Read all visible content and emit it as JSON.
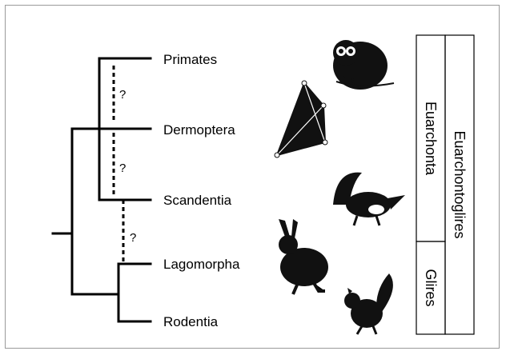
{
  "taxa": [
    "Primates",
    "Dermoptera",
    "Scandentia",
    "Lagomorpha",
    "Rodentia"
  ],
  "uncertain_marks": [
    "?",
    "?",
    "?"
  ],
  "clades": {
    "euarchonta": "Euarchonta",
    "glires": "Glires",
    "euarchontoglires": "Euarchontoglires"
  },
  "illustrations": [
    "primate-illustration",
    "colugo-illustration",
    "treeshrew-illustration",
    "rabbit-illustration",
    "squirrel-illustration"
  ]
}
